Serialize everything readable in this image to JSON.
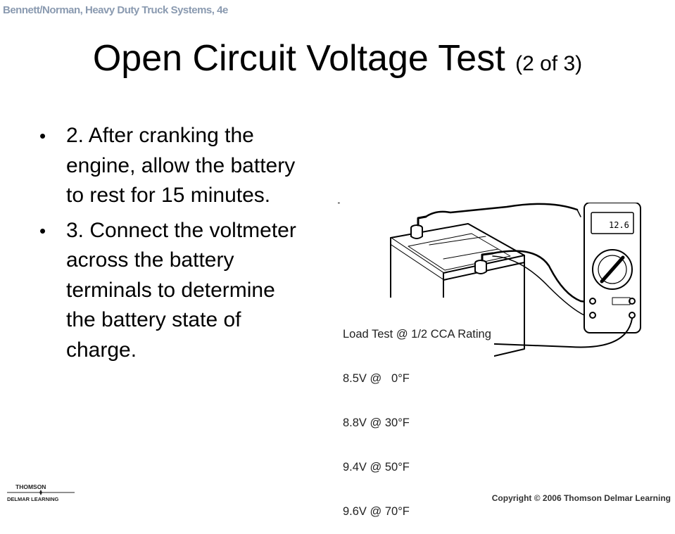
{
  "header": {
    "book_tag": "Bennett/Norman, Heavy Duty Truck Systems, 4e"
  },
  "slide": {
    "title_main": "Open Circuit Voltage Test",
    "title_sub": "(2 of 3)",
    "bullets": [
      {
        "marker": "•",
        "text": "2.  After cranking the engine, allow the battery to rest for 15 minutes."
      },
      {
        "marker": "•",
        "text": "3.  Connect the voltmeter across the battery terminals to determine the battery state of charge."
      }
    ]
  },
  "figure": {
    "meter_display": "12.6",
    "load_table": {
      "heading": "Load Test @ 1/2 CCA Rating",
      "rows": [
        "8.5V @   0°F",
        "8.8V @ 30°F",
        "9.4V @ 50°F",
        "9.6V @ 70°F"
      ]
    }
  },
  "footer": {
    "logo_top": "THOMSON",
    "logo_bottom": "DELMAR LEARNING",
    "copyright": "Copyright © 2006 Thomson Delmar Learning"
  }
}
